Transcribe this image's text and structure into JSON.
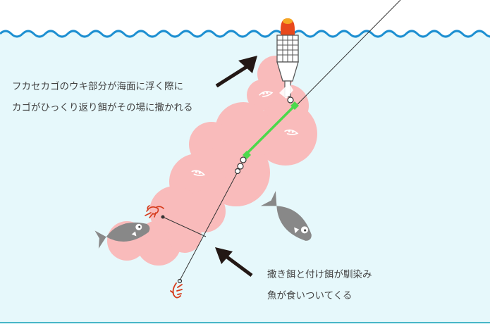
{
  "captions": {
    "float_lines": [
      "フカセカゴのウキ部分が海面に浮く際に",
      "カゴがひっくり返り餌がその場に撒かれる"
    ],
    "fish_lines": [
      "撒き餌と付け餌が馴染み",
      "魚が食いついてくる"
    ]
  },
  "colors": {
    "sea": "#e6f8fb",
    "wave": "#1d8fd1",
    "chum_cloud": "#f9bbbb",
    "float_cap": "#e8481c",
    "leader_line": "#4cd94c",
    "fish": "#888888",
    "hook": "#d63a1a",
    "arrow": "#231815",
    "line": "#333333"
  },
  "icons": [
    "fukase-kago-float-icon",
    "fish-icon",
    "shrimp-bait-icon",
    "hook-icon",
    "swivel-icon"
  ]
}
